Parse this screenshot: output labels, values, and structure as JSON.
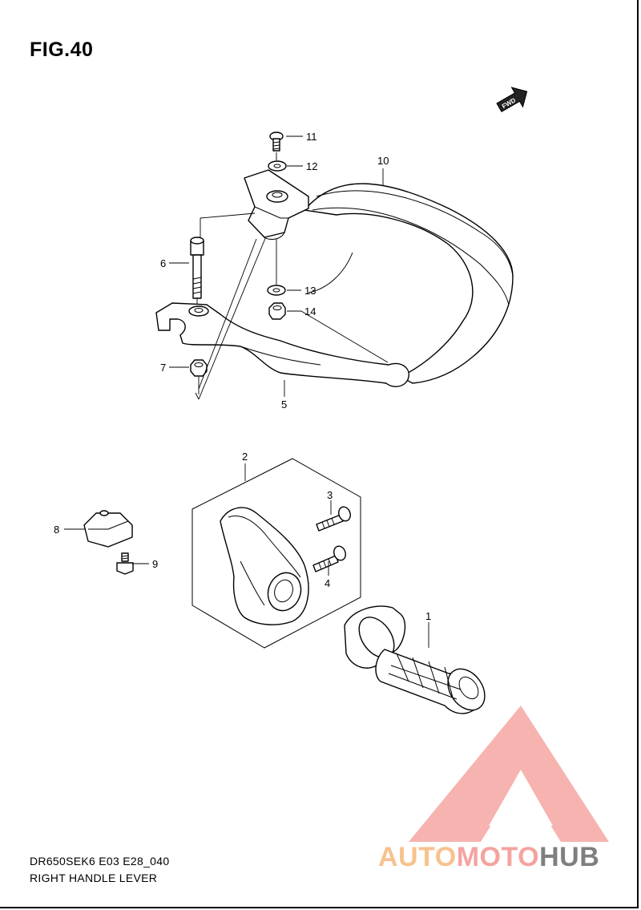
{
  "figure": {
    "title": "FIG.40"
  },
  "direction_badge": "FWD",
  "callouts": {
    "c1": "1",
    "c2": "2",
    "c3": "3",
    "c4": "4",
    "c5": "5",
    "c6": "6",
    "c7": "7",
    "c8": "8",
    "c9": "9",
    "c10": "10",
    "c11": "11",
    "c12": "12",
    "c13": "13",
    "c14": "14"
  },
  "footer": {
    "model_code": "DR650SEK6 E03 E28_040",
    "caption": "RIGHT HANDLE LEVER"
  },
  "watermark": {
    "part1": "AUTO",
    "part2": "MOTO",
    "part3": "HUB",
    "colors": {
      "orange": "#f7c28f",
      "red": "#f4a3a0",
      "gray": "#7f7f7f"
    }
  }
}
